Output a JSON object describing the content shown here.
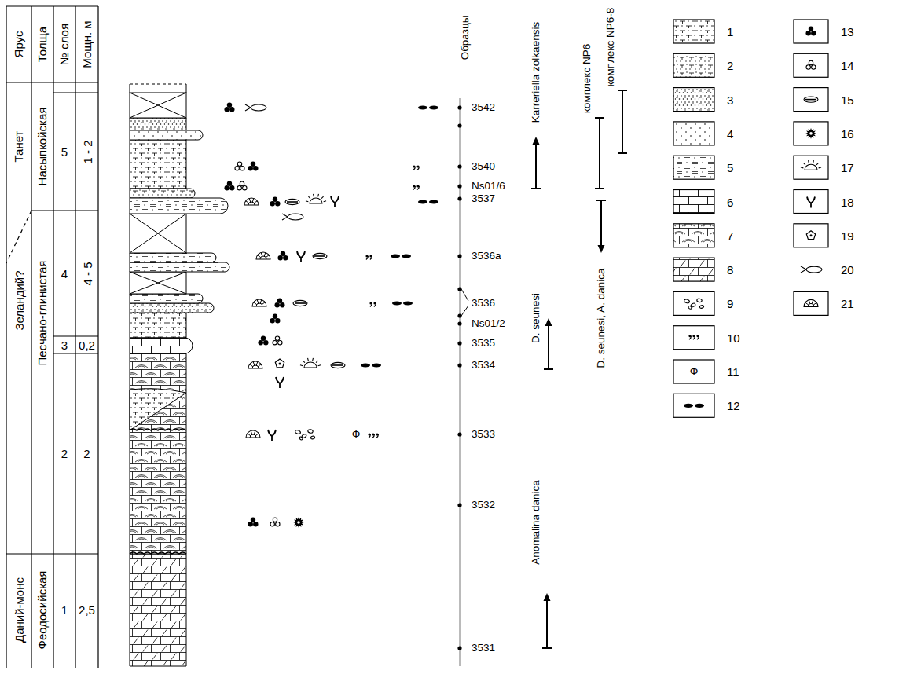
{
  "diagram": {
    "nodes": [
      {
        "text": [
          "Ярус"
        ]
      },
      {
        "text": [
          "Толща"
        ]
      },
      {
        "text": [
          "№ слоя"
        ]
      },
      {
        "text": [
          "Мощн. м"
        ]
      },
      {
        "text": [
          "Танет"
        ]
      },
      {
        "text": [
          "Зеландий?"
        ]
      },
      {
        "text": [
          "Даний-монс"
        ]
      },
      {
        "text": [
          "Насыпкойская"
        ]
      },
      {
        "text": [
          "Песчано-глинистая"
        ]
      },
      {
        "text": [
          "Феодосийская"
        ]
      },
      {
        "text": [
          "5"
        ]
      },
      {
        "text": [
          "1 - 2"
        ]
      },
      {
        "text": [
          "4"
        ]
      },
      {
        "text": [
          "4 - 5"
        ]
      },
      {
        "text": [
          "3"
        ]
      },
      {
        "text": [
          "0,2"
        ]
      },
      {
        "text": [
          "2"
        ]
      },
      {
        "text": [
          "2"
        ]
      },
      {
        "text": [
          "1"
        ]
      },
      {
        "text": [
          "2,5"
        ]
      }
    ],
    "labels": [
      "Образцы",
      "3542",
      "3540",
      "Ns01/6",
      "3537",
      "3536а",
      "3536",
      "Ns01/2",
      "3535",
      "3534",
      "3533",
      "3532",
      "3531",
      "Karreriella zolkaensis",
      "комплекс NP6",
      "комплекс NP6-8",
      "D. seunesi, A. danica",
      "D. seunesi",
      "Anomalina danica",
      "Ф",
      "Ф"
    ],
    "legend": [
      {
        "text": "1"
      },
      {
        "text": "2"
      },
      {
        "text": "3"
      },
      {
        "text": "4"
      },
      {
        "text": "5"
      },
      {
        "text": "6"
      },
      {
        "text": "7"
      },
      {
        "text": "8"
      },
      {
        "text": "9"
      },
      {
        "text": "10"
      },
      {
        "text": "11"
      },
      {
        "text": "12"
      },
      {
        "text": "13"
      },
      {
        "text": "14"
      },
      {
        "text": "15"
      },
      {
        "text": "16"
      },
      {
        "text": "17"
      },
      {
        "text": "18"
      },
      {
        "text": "19"
      },
      {
        "text": "20"
      },
      {
        "text": "21"
      }
    ]
  }
}
